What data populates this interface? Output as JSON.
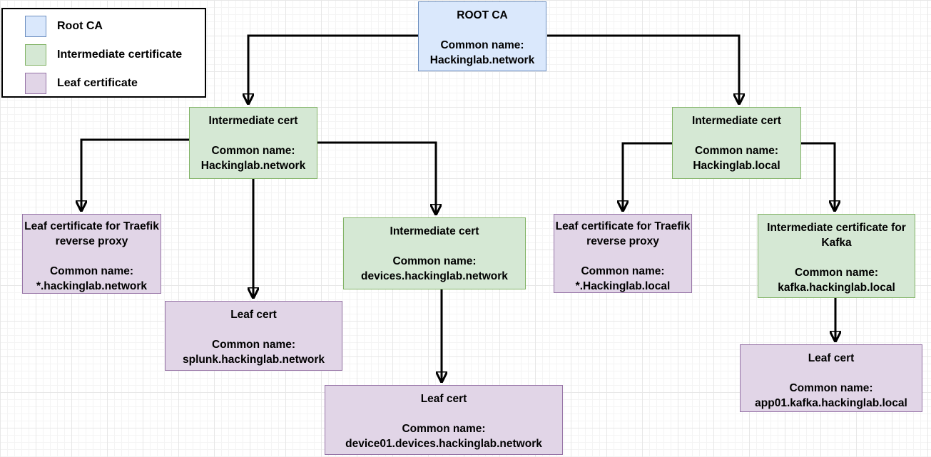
{
  "diagram": {
    "colors": {
      "root": {
        "fill": "#dae8fc",
        "border": "#6c8ebf"
      },
      "intermediate": {
        "fill": "#d5e8d4",
        "border": "#82b366"
      },
      "leaf": {
        "fill": "#e1d5e7",
        "border": "#9673a6"
      }
    },
    "legend": {
      "items": [
        {
          "type": "root",
          "label": "Root CA"
        },
        {
          "type": "intermediate",
          "label": "Intermediate certificate"
        },
        {
          "type": "leaf",
          "label": "Leaf certificate"
        }
      ]
    },
    "nodes": [
      {
        "id": "root-ca",
        "type": "root",
        "title": "ROOT CA",
        "cn_label": "Common name:",
        "common_name": "Hackinglab.network"
      },
      {
        "id": "int-network",
        "type": "intermediate",
        "title": "Intermediate cert",
        "cn_label": "Common name:",
        "common_name": "Hackinglab.network"
      },
      {
        "id": "leaf-traefik-network",
        "type": "leaf",
        "title": "Leaf certificate for Traefik reverse proxy",
        "cn_label": "Common name:",
        "common_name": "*.hackinglab.network"
      },
      {
        "id": "leaf-splunk",
        "type": "leaf",
        "title": "Leaf cert",
        "cn_label": "Common name:",
        "common_name": "splunk.hackinglab.network"
      },
      {
        "id": "int-devices",
        "type": "intermediate",
        "title": "Intermediate cert",
        "cn_label": "Common name:",
        "common_name": "devices.hackinglab.network"
      },
      {
        "id": "leaf-device01",
        "type": "leaf",
        "title": "Leaf cert",
        "cn_label": "Common name:",
        "common_name": "device01.devices.hackinglab.network"
      },
      {
        "id": "int-local",
        "type": "intermediate",
        "title": "Intermediate cert",
        "cn_label": "Common name:",
        "common_name": "Hackinglab.local"
      },
      {
        "id": "leaf-traefik-local",
        "type": "leaf",
        "title": "Leaf certificate for Traefik reverse proxy",
        "cn_label": "Common name:",
        "common_name": "*.Hackinglab.local"
      },
      {
        "id": "int-kafka",
        "type": "intermediate",
        "title": "Intermediate certificate for Kafka",
        "cn_label": "Common name:",
        "common_name": "kafka.hackinglab.local"
      },
      {
        "id": "leaf-app01",
        "type": "leaf",
        "title": "Leaf cert",
        "cn_label": "Common name:",
        "common_name": "app01.kafka.hackinglab.local"
      }
    ],
    "edges": [
      {
        "from": "root-ca",
        "to": "int-network"
      },
      {
        "from": "root-ca",
        "to": "int-local"
      },
      {
        "from": "int-network",
        "to": "leaf-traefik-network"
      },
      {
        "from": "int-network",
        "to": "leaf-splunk"
      },
      {
        "from": "int-network",
        "to": "int-devices"
      },
      {
        "from": "int-devices",
        "to": "leaf-device01"
      },
      {
        "from": "int-local",
        "to": "leaf-traefik-local"
      },
      {
        "from": "int-local",
        "to": "int-kafka"
      },
      {
        "from": "int-kafka",
        "to": "leaf-app01"
      }
    ]
  }
}
